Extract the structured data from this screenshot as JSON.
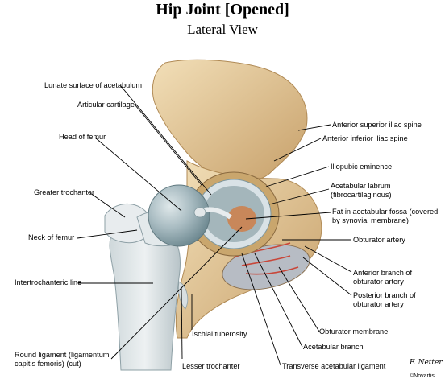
{
  "title": "Hip Joint [Opened]",
  "subtitle": "Lateral View",
  "labels": {
    "lunate_surface": "Lunate surface of acetabulum",
    "articular_cartilage": "Articular cartilage",
    "head_of_femur": "Head of femur",
    "greater_trochanter": "Greater trochanter",
    "neck_of_femur": "Neck of femur",
    "intertrochanteric_line": "Intertrochanteric line",
    "round_ligament": "Round ligament (ligamentum capitis femoris) (cut)",
    "lesser_trochanter": "Lesser trochanter",
    "ischial_tuberosity": "Ischial tuberosity",
    "anterior_superior_iliac_spine": "Anterior superior iliac spine",
    "anterior_inferior_iliac_spine": "Anterior inferior iliac spine",
    "iliopubic_eminence": "Iliopubic eminence",
    "acetabular_labrum": "Acetabular labrum (fibrocartilaginous)",
    "fat_in_fossa": "Fat in acetabular fossa (covered by synovial membrane)",
    "obturator_artery": "Obturator artery",
    "anterior_branch": "Anterior branch of obturator artery",
    "posterior_branch": "Posterior branch of obturator artery",
    "obturator_membrane": "Obturator membrane",
    "acetabular_branch": "Acetabular branch",
    "transverse_acetabular_ligament": "Transverse acetabular ligament"
  },
  "signature": "F. Netter",
  "copyright": "©Novartis",
  "colors": {
    "bone": "#e8cf9f",
    "bone_shadow": "#c9a66d",
    "cartilage": "#9aaeb4",
    "ligament": "#d9e2e6",
    "fat": "#c8875a",
    "membrane": "#b7bcc4",
    "artery": "#c8473a"
  }
}
